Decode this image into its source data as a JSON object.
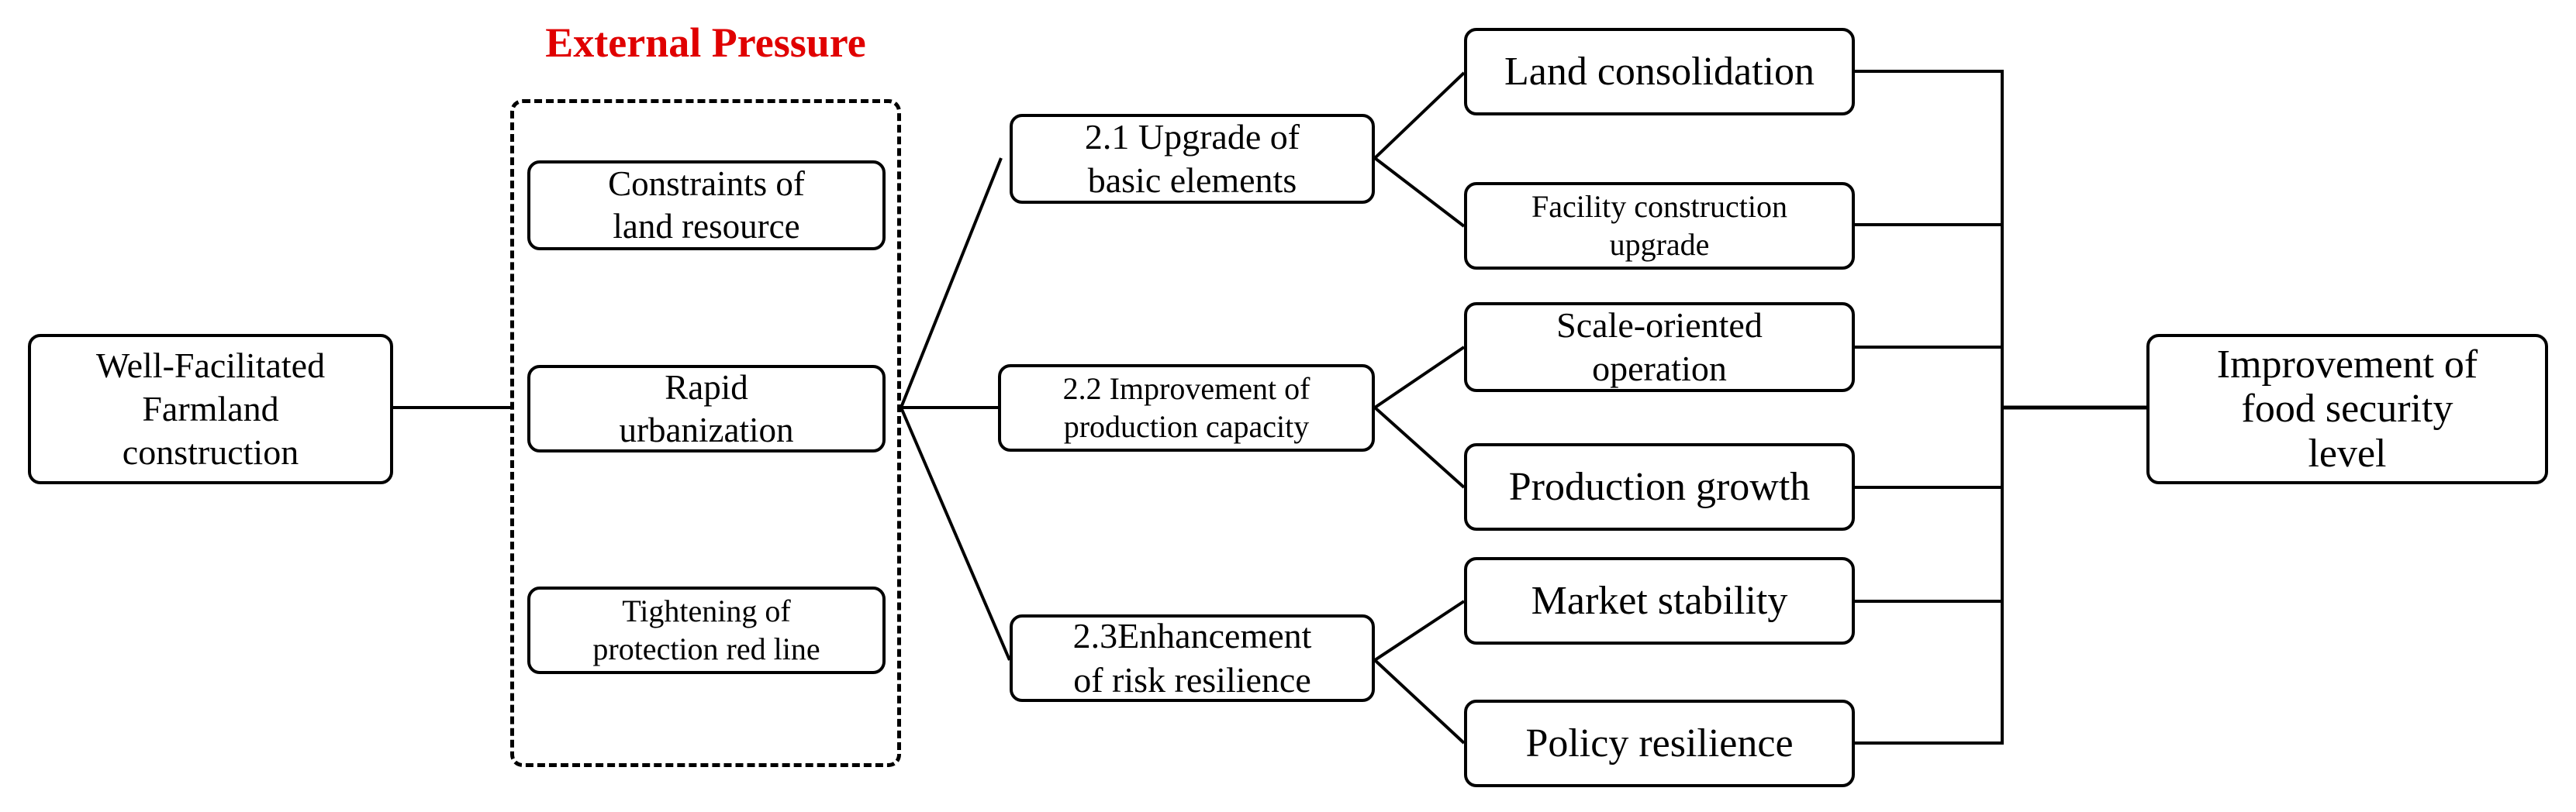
{
  "diagram": {
    "source": "Well-Facilitated\nFarmland\nconstruction",
    "group_title": "External Pressure",
    "pressures": [
      "Constraints of\nland resource",
      "Rapid\nurbanization",
      "Tightening of\nprotection red line"
    ],
    "mechanisms": [
      "2.1 Upgrade of\nbasic elements",
      "2.2 Improvement of\nproduction capacity",
      "2.3Enhancement\nof risk resilience"
    ],
    "outcomes": [
      "Land consolidation",
      "Facility construction\nupgrade",
      "Scale-oriented\noperation",
      "Production growth",
      "Market stability",
      "Policy resilience"
    ],
    "target": "Improvement of\nfood security\nlevel"
  }
}
